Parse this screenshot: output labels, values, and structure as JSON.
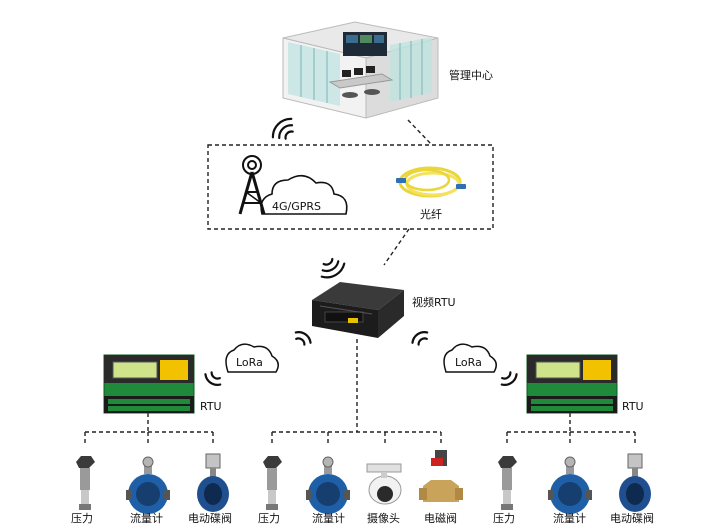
{
  "nodes": {
    "management_center": "管理中心",
    "network_cellular": "4G/GPRS",
    "network_fiber": "光纤",
    "video_rtu": "视频RTU",
    "rtu_left": "RTU",
    "rtu_right": "RTU",
    "lora_left": "LoRa",
    "lora_right": "LoRa"
  },
  "devices": {
    "left": [
      "压力",
      "流量计",
      "电动碟阀"
    ],
    "center": [
      "压力",
      "流量计",
      "摄像头",
      "电磁阀"
    ],
    "right": [
      "压力",
      "流量计",
      "电动碟阀"
    ]
  },
  "colors": {
    "rtu_green": "#1f8a3a",
    "rtu_yellow": "#f2c200",
    "screen_green": "#cfe38a",
    "fiber_yellow": "#f4e25a",
    "flowmeter_blue": "#1f5fa8",
    "valve_gold": "#c9a35a"
  },
  "icons": [
    "control-room-icon",
    "signal-tower-icon",
    "cloud-icon",
    "fiber-cable-icon",
    "wireless-icon",
    "video-rtu-box-icon",
    "rtu-controller-icon",
    "pressure-sensor-icon",
    "flowmeter-icon",
    "butterfly-valve-icon",
    "camera-icon",
    "solenoid-valve-icon"
  ]
}
